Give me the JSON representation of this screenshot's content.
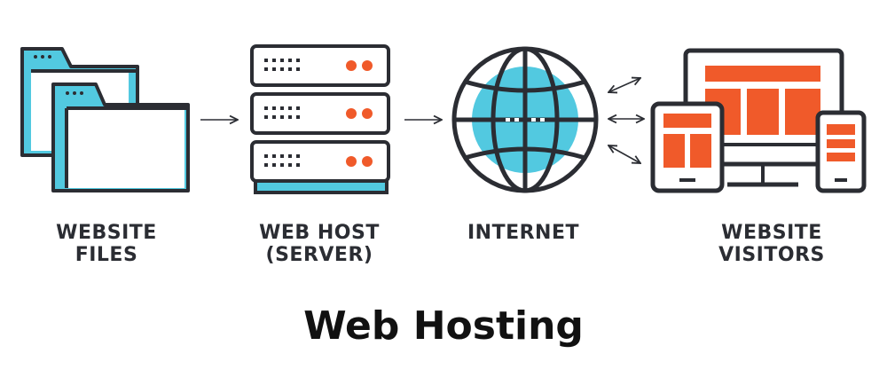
{
  "title": "Web Hosting",
  "steps": [
    {
      "id": "files",
      "line1": "WEBSITE",
      "line2": "FILES",
      "icon": "folders-icon"
    },
    {
      "id": "host",
      "line1": "WEB HOST",
      "line2": "(SERVER)",
      "icon": "server-icon"
    },
    {
      "id": "internet",
      "line1": "INTERNET",
      "line2": "",
      "icon": "globe-icon"
    },
    {
      "id": "visitors",
      "line1": "WEBSITE",
      "line2": "VISITORS",
      "icon": "devices-icon"
    }
  ],
  "colors": {
    "outline": "#2b2d33",
    "accent_blue": "#52c9e0",
    "accent_orange": "#f05a2a",
    "background": "#ffffff"
  }
}
